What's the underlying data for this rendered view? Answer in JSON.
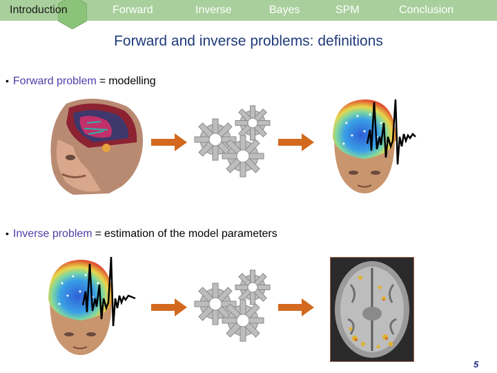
{
  "nav": {
    "items": [
      {
        "label": "Introduction",
        "active": true
      },
      {
        "label": "Forward",
        "active": false
      },
      {
        "label": "Inverse",
        "active": false
      },
      {
        "label": "Bayes",
        "active": false
      },
      {
        "label": "SPM",
        "active": false
      },
      {
        "label": "Conclusion",
        "active": false
      }
    ],
    "bar_color": "#a9cf9c",
    "active_tab_color": "#8bc37a"
  },
  "slide": {
    "title": "Forward and inverse problems: definitions",
    "forward": {
      "bullet": "•",
      "lead": "Forward problem",
      "equals": "=",
      "rest": "modelling"
    },
    "inverse": {
      "bullet": "•",
      "lead": "Inverse problem",
      "equals": "=",
      "rest": "estimation of the model parameters"
    },
    "icons": [
      "head-anatomy-icon",
      "arrow-right-icon",
      "gears-icon",
      "eeg-scalp-map-icon",
      "eeg-signal-icon",
      "mri-activation-icon"
    ],
    "page_number": "5",
    "colors": {
      "arrow": "#d2691e",
      "gear": "#bdbdbd",
      "title": "#1f3a7a"
    }
  }
}
